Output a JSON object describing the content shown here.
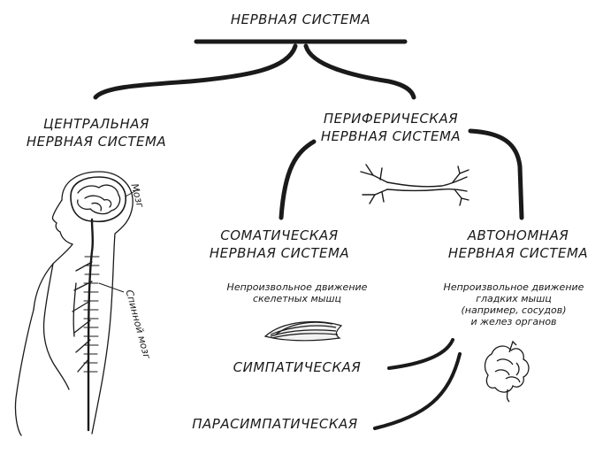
{
  "root": {
    "title": "НЕРВНАЯ СИСТЕМА"
  },
  "central": {
    "line1": "ЦЕНТРАЛЬНАЯ",
    "line2": "НЕРВНАЯ СИСТЕМА",
    "brain_label": "Мозг",
    "spine_label": "Спинной мозг"
  },
  "peripheral": {
    "line1": "ПЕРИФЕРИЧЕСКАЯ",
    "line2": "НЕРВНАЯ СИСТЕМА"
  },
  "somatic": {
    "line1": "СОМАТИЧЕСКАЯ",
    "line2": "НЕРВНАЯ СИСТЕМА",
    "note1": "Непроизвольное движение",
    "note2": "скелетных мышц"
  },
  "autonomic": {
    "line1": "АВТОНОМНАЯ",
    "line2": "НЕРВНАЯ СИСТЕМА",
    "note1": "Непроизвольное движение",
    "note2": "гладких мышц",
    "note3": "(например, сосудов)",
    "note4": "и желез органов"
  },
  "sympathetic": {
    "label": "СИМПАТИЧЕСКАЯ"
  },
  "parasympathetic": {
    "label": "ПАРАСИМПАТИЧЕСКАЯ"
  },
  "colors": {
    "ink": "#1a1a1a",
    "background": "#ffffff"
  }
}
